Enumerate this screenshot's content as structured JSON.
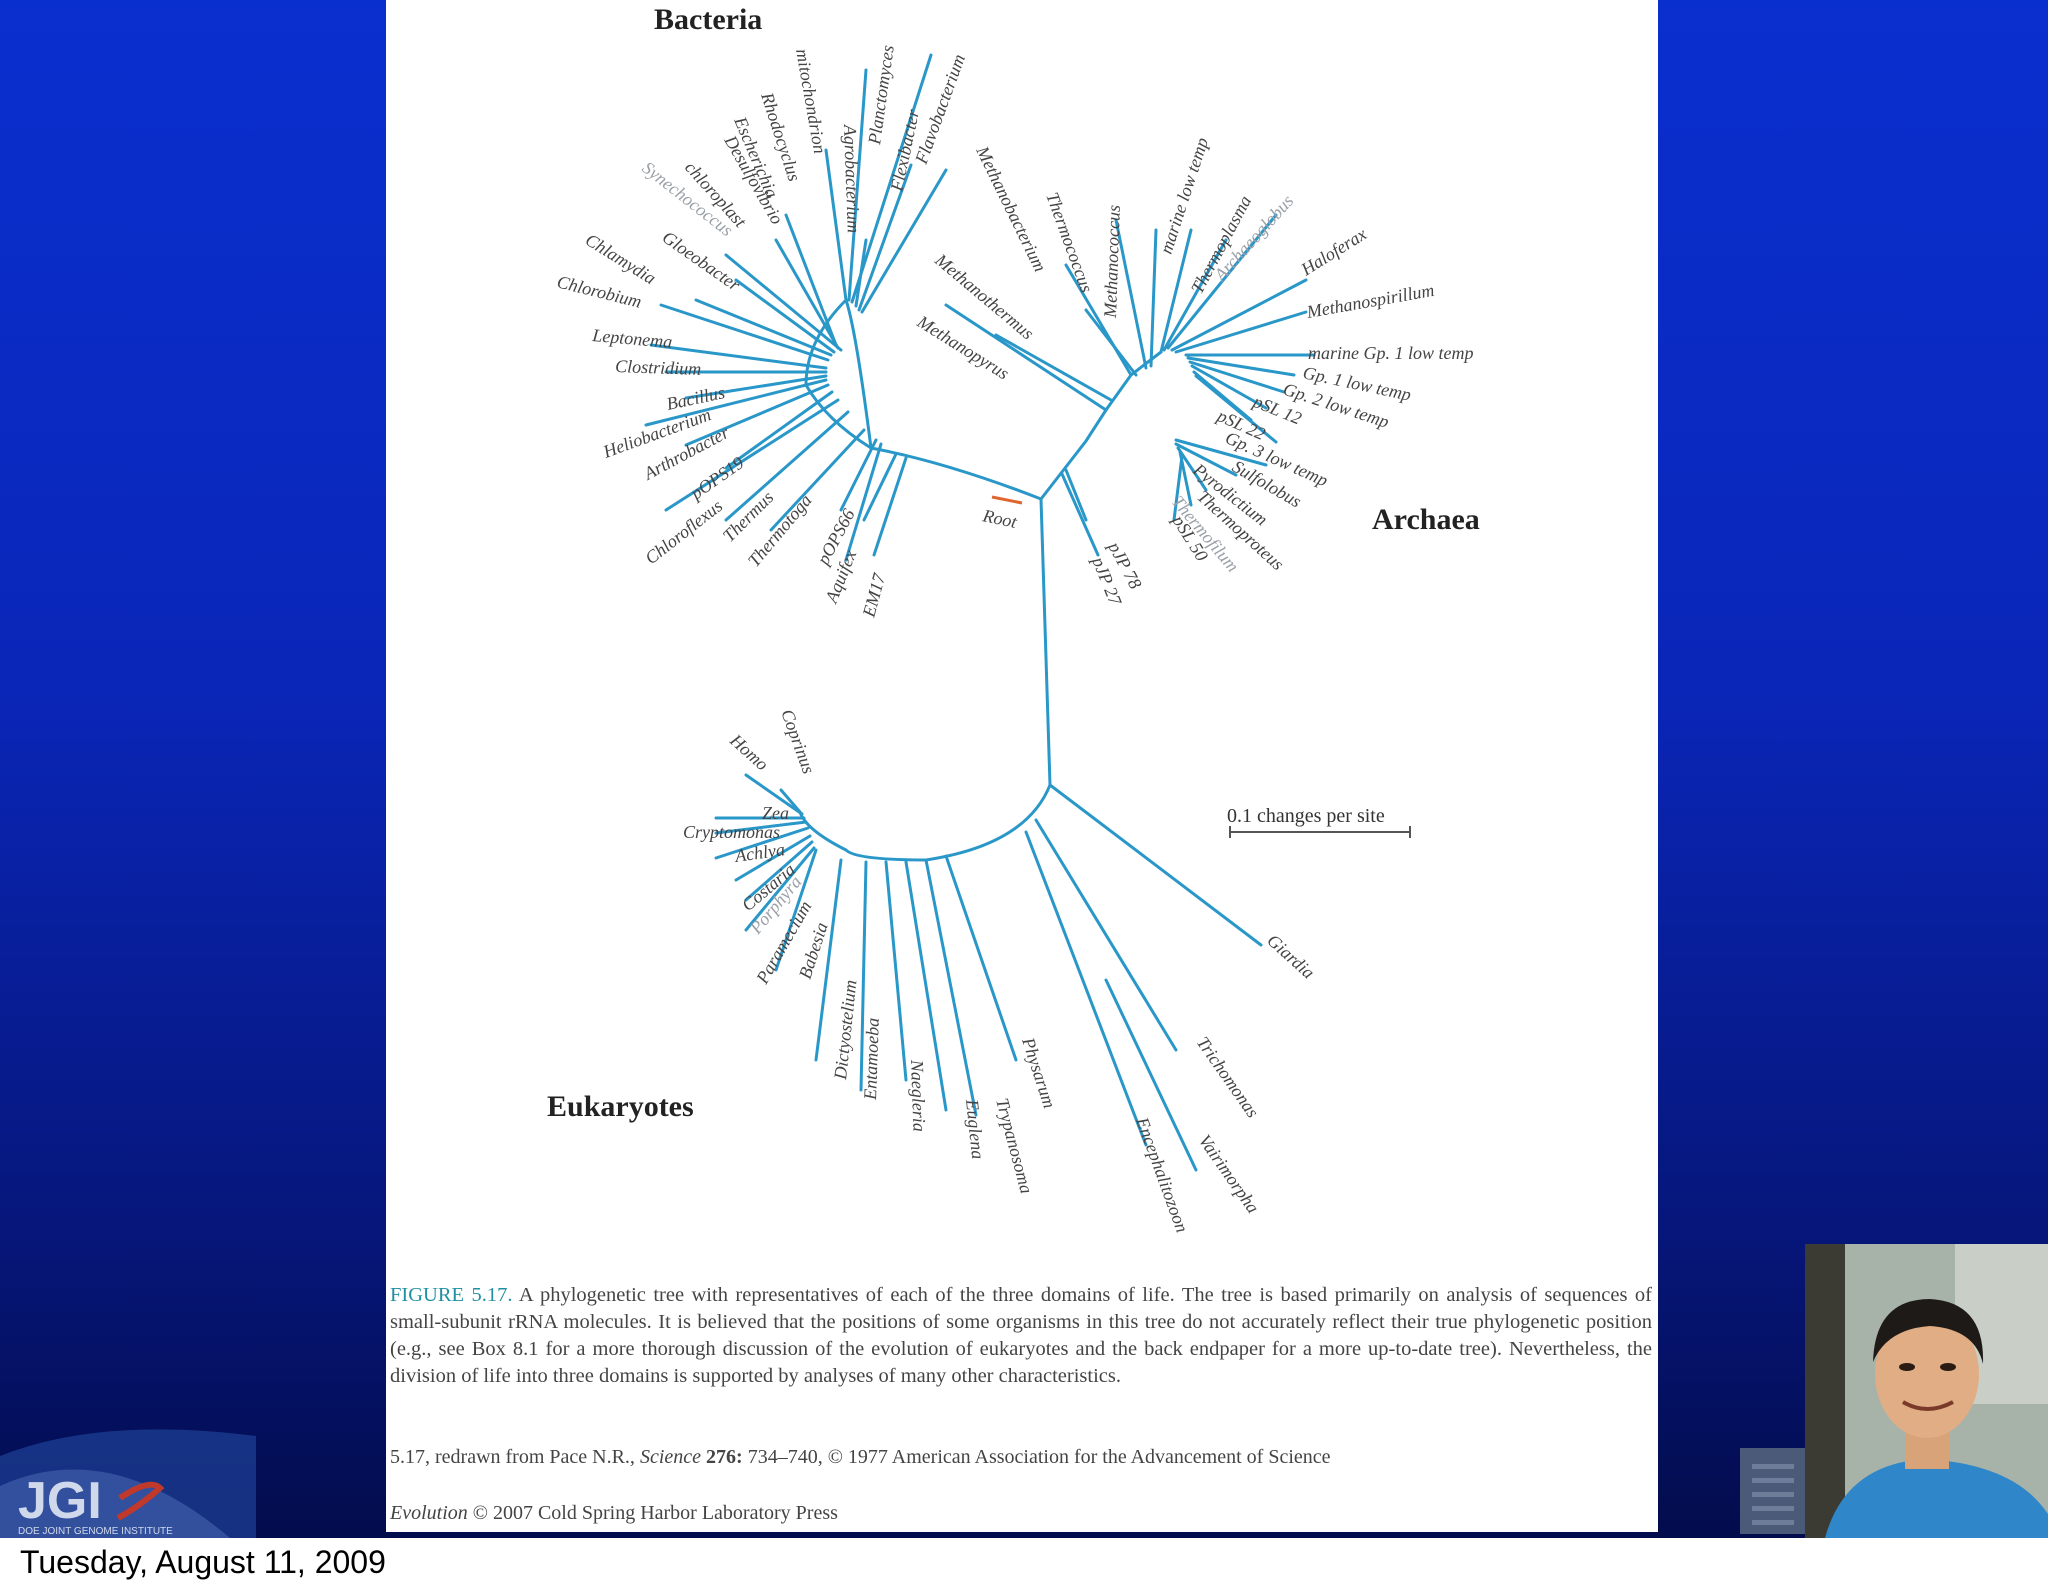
{
  "domains": {
    "bacteria": "Bacteria",
    "archaea": "Archaea",
    "eukaryotes": "Eukaryotes"
  },
  "root_label": "Root",
  "scale_label": "0.1 changes per site",
  "taxa": {
    "bacteria": [
      "mitochondrion",
      "Planctomyces",
      "Rhodocyclus",
      "Agrobacterium",
      "Flavobacterium",
      "Escherichia",
      "Flexibacter",
      "Desulfovibrio",
      "Synechococcus",
      "chloroplast",
      "Gloeobacter",
      "Chlamydia",
      "Chlorobium",
      "Leptonema",
      "Clostridium",
      "Bacillus",
      "Heliobacterium",
      "Arthrobacter",
      "pOPS19",
      "Chloroflexus",
      "Thermus",
      "Thermotoga",
      "pOPS66",
      "Aquifex",
      "EM17"
    ],
    "archaea": [
      "Methanobacterium",
      "Thermococcus",
      "Methanococcus",
      "marine low temp",
      "Thermoplasma",
      "Archaeoglobus",
      "Haloferax",
      "Methanospirillum",
      "Methanothermus",
      "Methanopyrus",
      "marine Gp. 1 low temp",
      "Gp. 1 low temp",
      "Gp. 2 low temp",
      "pSL 12",
      "pSL 22",
      "Gp. 3 low temp",
      "Sulfolobus",
      "Pyrodictium",
      "Thermoproteus",
      "Thermofilum",
      "pSL 50",
      "pJP 78",
      "pJP 27"
    ],
    "eukaryotes": [
      "Coprinus",
      "Homo",
      "Zea",
      "Cryptomonas",
      "Achlya",
      "Costaria",
      "Porphyra",
      "Paramecium",
      "Babesia",
      "Dictyostelium",
      "Entamoeba",
      "Naegleria",
      "Euglena",
      "Trypanosoma",
      "Physarum",
      "Encephalitozoon",
      "Vairimorpha",
      "Trichomonas",
      "Giardia"
    ]
  },
  "caption": {
    "label": "FIGURE 5.17.",
    "text": "A phylogenetic tree with representatives of each of the three domains of life. The tree is based primarily on analysis of sequences of small-subunit rRNA molecules. It is believed that the positions of some organisms in this tree do not accurately reflect their true phylogenetic position (e.g., see Box 8.1 for a more thorough discussion of the evolution of eukaryotes and the back endpaper for a more up-to-date tree). Nevertheless, the division of life into three domains is supported by analyses of many other characteristics."
  },
  "credit": {
    "source_pre": "5.17, redrawn from Pace N.R.,",
    "source_journal": "Science",
    "source_volume": "276:",
    "source_post": "734–740, © 1977 American Association for the Advancement of Science",
    "book_title": "Evolution",
    "book_post": "© 2007 Cold Spring Harbor Laboratory Press"
  },
  "logo": {
    "name": "JGI",
    "subtitle": "DOE JOINT GENOME INSTITUTE"
  },
  "footer": {
    "date": "Tuesday, August 11, 2009"
  },
  "colors": {
    "branch": "#2a97c9",
    "root": "#e0662f",
    "caption_label": "#1f8fa2",
    "slide_bg": "#0a2fcf"
  }
}
